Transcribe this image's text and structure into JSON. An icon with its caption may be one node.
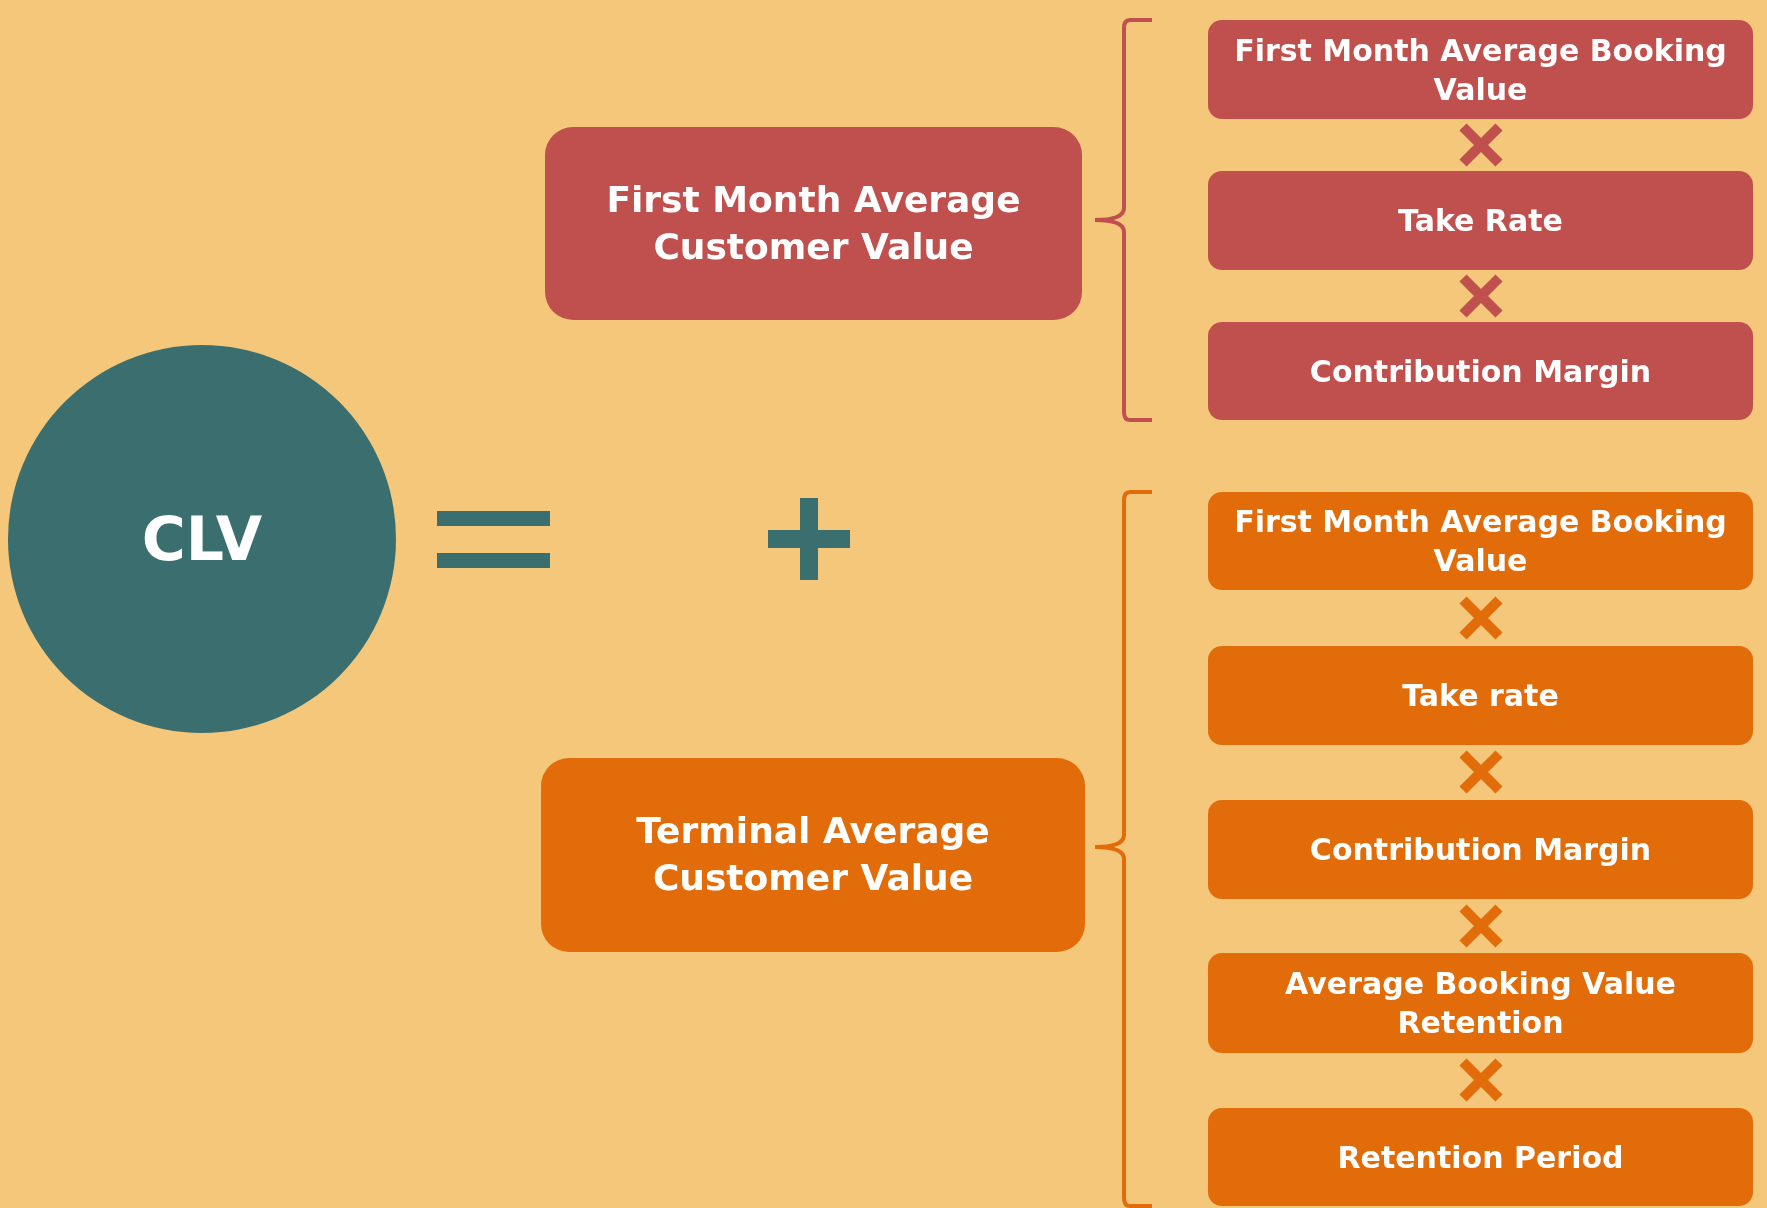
{
  "diagram": {
    "nodes": [
      {
        "text": [
          "CLV"
        ]
      },
      {
        "text": [
          "First Month Average Customer Value"
        ]
      },
      {
        "text": [
          "Terminal Average Customer Value"
        ]
      },
      {
        "text": [
          "First Month Average Booking Value"
        ]
      },
      {
        "text": [
          "Take Rate"
        ]
      },
      {
        "text": [
          "Contribution Margin"
        ]
      },
      {
        "text": [
          "First Month Average Booking Value"
        ]
      },
      {
        "text": [
          "Take rate"
        ]
      },
      {
        "text": [
          "Contribution Margin"
        ]
      },
      {
        "text": [
          "Average Booking Value Retention"
        ]
      },
      {
        "text": [
          "Retention Period"
        ]
      }
    ]
  }
}
